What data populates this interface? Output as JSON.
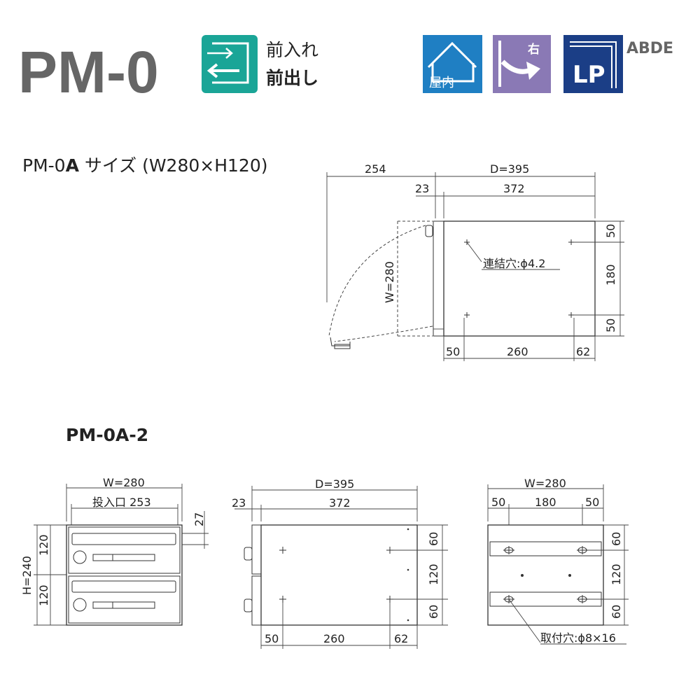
{
  "header": {
    "model": "PM-0",
    "direction_front": "前入れ",
    "direction_back": "前出し",
    "icon_indoor": "屋内",
    "icon_right": "右",
    "icon_lp": "LP",
    "variants": "ABDE"
  },
  "colors": {
    "teal": "#1aa597",
    "blue": "#1f7fc3",
    "purple": "#8a79b5",
    "navy": "#1b3e86",
    "title_gray": "#666666"
  },
  "top_view": {
    "title_prefix": "PM-0",
    "title_bold": "A",
    "title_suffix": " サイズ (W280×H120)",
    "dim_swing": "254",
    "dim_depth": "D=395",
    "dim_front": "23",
    "dim_body": "372",
    "dim_width": "W=280",
    "dim_r1": "50",
    "dim_r2": "180",
    "dim_r3": "50",
    "dim_b1": "50",
    "dim_b2": "260",
    "dim_b3": "62",
    "hole_label": "連結穴:ϕ4.2"
  },
  "pm0a2": {
    "title": "PM-0A-2",
    "front": {
      "dim_width": "W=280",
      "dim_slot": "投入口 253",
      "dim_27": "27",
      "dim_height": "H=240",
      "dim_upper": "120",
      "dim_lower": "120"
    },
    "side": {
      "dim_depth": "D=395",
      "dim_front": "23",
      "dim_body": "372",
      "dim_r1": "60",
      "dim_r2": "120",
      "dim_r3": "60",
      "dim_b1": "50",
      "dim_b2": "260",
      "dim_b3": "62"
    },
    "back": {
      "dim_width": "W=280",
      "dim_t1": "50",
      "dim_t2": "180",
      "dim_t3": "50",
      "dim_r1": "60",
      "dim_r2": "120",
      "dim_r3": "60",
      "hole_label": "取付穴:ϕ8×16"
    }
  }
}
